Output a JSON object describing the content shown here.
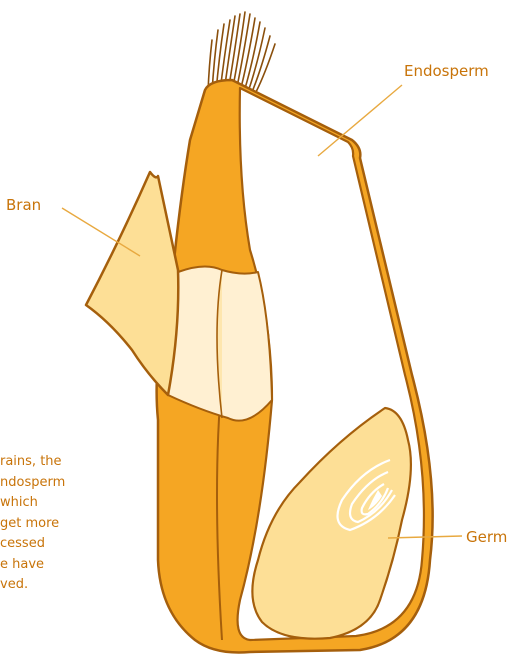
{
  "labels": {
    "endosperm": "Endosperm",
    "bran": "Bran",
    "germ": "Germ"
  },
  "caption_lines": [
    "rains, the",
    "ndosperm",
    "which",
    "get more",
    "cessed",
    "e have",
    "ved."
  ],
  "colors": {
    "bran_outer": "#f5a623",
    "bran_flap": "#fddf96",
    "bran_inner": "#fff0d2",
    "outline": "#a55f0c",
    "germ": "#fddf96",
    "text": "#c8740a"
  }
}
